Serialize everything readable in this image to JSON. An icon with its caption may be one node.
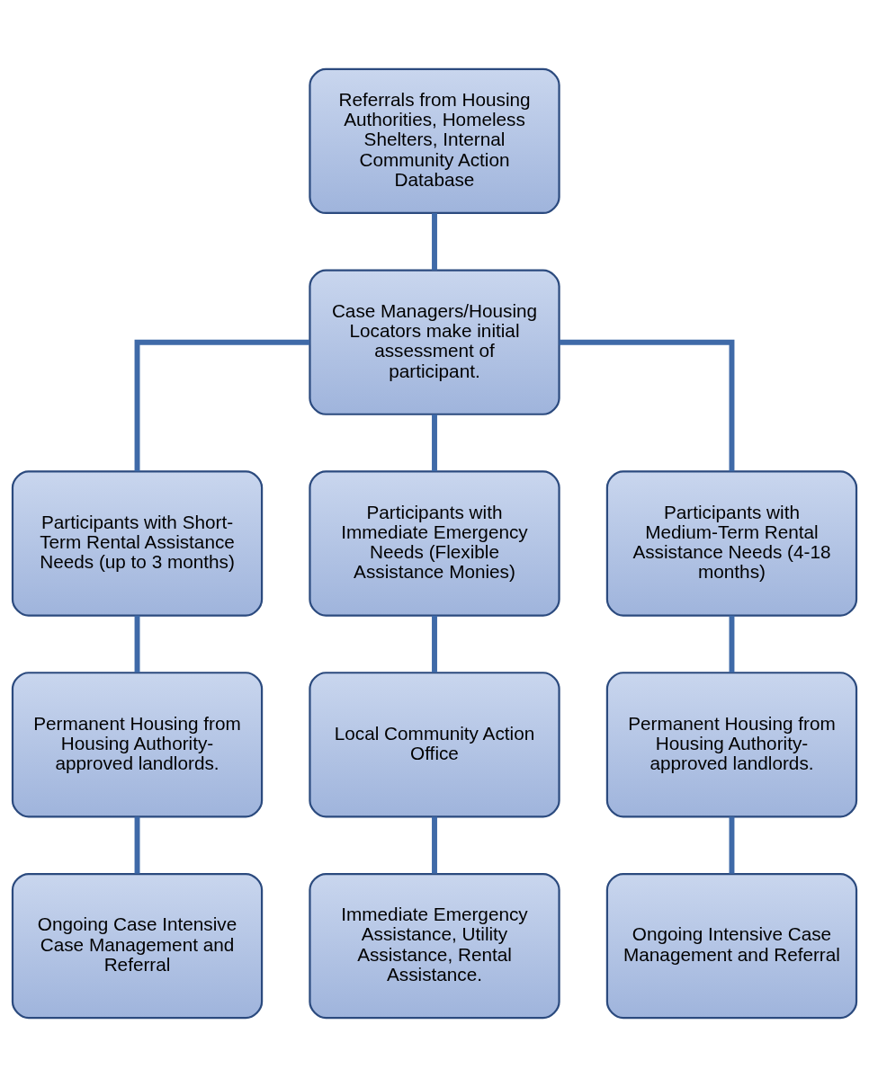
{
  "diagram": {
    "nodes": [
      {
        "text": [
          "Referrals from Housing Authorities, Homeless Shelters, Internal Community Action Database"
        ]
      },
      {
        "text": [
          "Case Managers/Housing Locators make initial assessment of participant."
        ]
      },
      {
        "text": [
          "Participants with Short-Term Rental Assistance Needs (up to 3 months)"
        ]
      },
      {
        "text": [
          "Participants with Immediate Emergency Needs (Flexible Assistance Monies)"
        ]
      },
      {
        "text": [
          "Participants with Medium-Term Rental Assistance Needs (4-18 months)"
        ]
      },
      {
        "text": [
          "Permanent Housing from Housing Authority-approved landlords."
        ]
      },
      {
        "text": [
          "Local Community Action Office"
        ]
      },
      {
        "text": [
          "Permanent Housing from Housing Authority-approved landlords."
        ]
      },
      {
        "text": [
          "Ongoing Case Intensive Case Management and Referral"
        ]
      },
      {
        "text": [
          "Immediate Emergency Assistance, Utility Assistance, Rental Assistance."
        ]
      },
      {
        "text": [
          "Ongoing Intensive Case Management and Referral"
        ]
      }
    ],
    "edges": [
      {
        "from": 0,
        "to": 1,
        "arrow": "none"
      },
      {
        "from": 1,
        "to": 2,
        "arrow": "none"
      },
      {
        "from": 1,
        "to": 3,
        "arrow": "none"
      },
      {
        "from": 1,
        "to": 4,
        "arrow": "none"
      },
      {
        "from": 2,
        "to": 5,
        "arrow": "none"
      },
      {
        "from": 3,
        "to": 6,
        "arrow": "none"
      },
      {
        "from": 4,
        "to": 7,
        "arrow": "none"
      },
      {
        "from": 5,
        "to": 8,
        "arrow": "none"
      },
      {
        "from": 6,
        "to": 9,
        "arrow": "none"
      },
      {
        "from": 7,
        "to": 10,
        "arrow": "none"
      }
    ]
  }
}
